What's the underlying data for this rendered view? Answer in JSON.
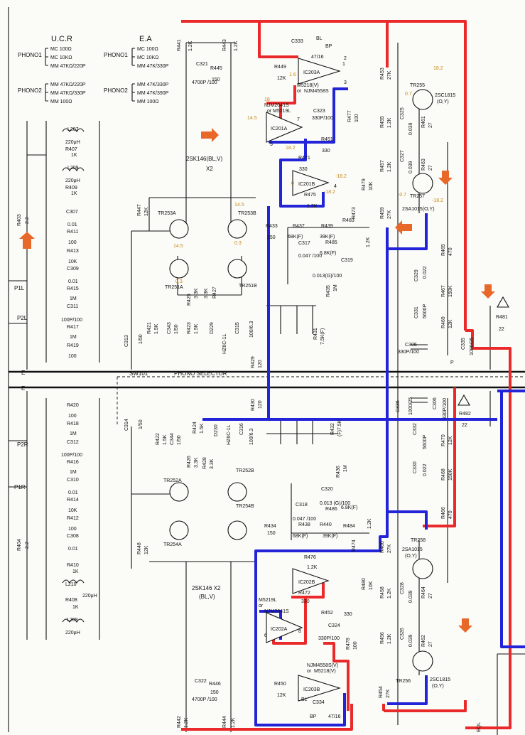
{
  "header": {
    "ucr": "U.C.R",
    "ea": "E.A",
    "phono1": "PHONO1",
    "phono2": "PHONO2",
    "ucr_p1": [
      "MC 100Ω",
      "MC 10KΩ",
      "MM 47KΩ/220P"
    ],
    "ucr_p2": [
      "MM 47KΩ/220P",
      "MM 47KΩ/330P",
      "MM 100Ω"
    ],
    "ea_p1": [
      "MC 100Ω",
      "MC 10KΩ",
      "MM 47K/330P"
    ],
    "ea_p2": [
      "MM 47K/330P",
      "MM 47K/390P",
      "MM 100Ω"
    ]
  },
  "labels": {
    "phono_selector": "PHONO SELECTOR",
    "sw": "SW101",
    "fet_top": "2SK146(BL,V)",
    "fet_top_x": "X2",
    "fet_bot": "2SK146 X2",
    "fet_bot_grade": "(BL,V)",
    "e1": "E",
    "e2": "E",
    "p1l": "P1L",
    "p2l": "P2L",
    "p2r": "P2R",
    "p1r": "P1R",
    "eq": "EQL"
  },
  "ics": {
    "ic203a": "IC203A",
    "ic201a": "IC201A",
    "ic201b": "IC201B",
    "ic202b": "IC202B",
    "ic202a": "IC202A",
    "ic203b": "IC203B",
    "m5218_top": "M5218(V)",
    "or_top": "or",
    "njm4558s_top": "NJM4558S",
    "njm2041s": "NJM2041S",
    "or_mid": "or",
    "m5219l": "M5219L",
    "m5219l_bot": "M5219L",
    "or_bot": "or",
    "njm2041s_bot": "NJM2041S",
    "njm4558s_bot": "NJM4558S(V)",
    "or_bot2": "or",
    "m5218_bot": "M5218(V)"
  },
  "transistors": {
    "tr253a": "TR253A",
    "tr253b": "TR253B",
    "tr251a": "TR251A",
    "tr251b": "TR251B",
    "tr252a": "TR252A",
    "tr252b": "TR252B",
    "tr254a": "TR254A",
    "tr254b": "TR254B",
    "tr255": "TR255",
    "tr257": "TR257",
    "tr258": "TR258",
    "tr256": "TR256",
    "q_2sc1815_top": "2SC1815",
    "q_2sc1815_top_g": "(O,Y)",
    "q_2sa1015_top": "2SA1015(O,Y)",
    "q_2sa1015_bot": "2SA1015",
    "q_2sa1015_bot_g": "(O,Y)",
    "q_2sc1815_bot": "2SC1815",
    "q_2sc1815_bot_g": "(O,Y)"
  },
  "parts": {
    "r441": "R441",
    "r441v": "1.2K",
    "r443": "R443",
    "r443v": "1.2K",
    "c333": "C333",
    "c333bp": "BP",
    "c333bl": "BL",
    "c333v": "47/16",
    "c321": "C321",
    "c321v": "4700P /100",
    "r445": "R445",
    "r445v": "150",
    "r449": "R449",
    "r449v": "12K",
    "r453": "R453",
    "r453v": "27K",
    "c323": "C323",
    "c323v": "330P/100",
    "r451": "R451",
    "r451v": "330",
    "r477": "R477",
    "r477v": "100",
    "r455": "R455",
    "r455v": "1.2K",
    "c325": "C325",
    "c325v": "0.039",
    "r461": "R461",
    "r461v": "27",
    "r471": "R471",
    "r471v": "330",
    "r457": "R457",
    "r457v": "1.2K",
    "c327": "C327",
    "c327v": "0.039",
    "r463": "R463",
    "r463v": "27",
    "r479": "R479",
    "r479v": "10K",
    "r475": "R475",
    "r475v": "1.2K",
    "r473": "R473",
    "r483": "R483",
    "r483v": "1.2K",
    "r459": "R459",
    "r459v": "27K",
    "r433": "R433",
    "r433v": "150",
    "r437": "R437",
    "r437v": "68K(F)",
    "r439": "R439",
    "r439v": "39K(F)",
    "c317": "C317",
    "c317v": "0.047 /100",
    "r485": "R485",
    "r485v": "6.8K(F)",
    "c319": "C319",
    "c319v": "0.013(G)/100",
    "r465": "R465",
    "r465v": "470",
    "c329": "C329",
    "c329v": "0.022",
    "r467": "R467",
    "r467v": "150K",
    "r435": "R435",
    "r435v": "1M",
    "c331": "C331",
    "c331v": "5600P",
    "r469": "R469",
    "r469v": "12K",
    "r481": "R481",
    "r481v": "22",
    "c305": "C305",
    "c305v": "330P/100",
    "c335": "C335",
    "c335v": "1000/25",
    "c335p": "P",
    "r447": "R447",
    "r447v": "12K",
    "r425": "R425",
    "r425v": "3.3K",
    "r427": "R427",
    "r427v": "3.3K",
    "r421": "R421",
    "r421v": "1.5K",
    "c343": "C343",
    "c343v": "1/50",
    "r423": "R423",
    "r423v": "1.5K",
    "d229": "D229",
    "c315": "C315",
    "c315v": "100/6.3",
    "hz": "HZ6C-1L",
    "r431": "R431",
    "r431v": "7.5K(F)",
    "c313": "C313",
    "c313v": "1/50",
    "r429": "R429",
    "r429v": "120",
    "l207": "L207",
    "l207v": "220μH",
    "r407": "R407",
    "r407v": "1K",
    "l209": "L209",
    "l209v": "220μH",
    "r409": "R409",
    "r409v": "1K",
    "r403": "R403",
    "r403v": "2.2",
    "c307": "C307",
    "c307v": "0.01",
    "r411": "R411",
    "r411v": "100",
    "r413": "R413",
    "r413v": "10K",
    "c309": "C309",
    "c309v": "0.01",
    "r415": "R415",
    "r415v": "1M",
    "c311": "C311",
    "c311v": "100P/100",
    "r417": "R417",
    "r417v": "1M",
    "r419": "R419",
    "r419v": "100",
    "r420": "R420",
    "r420v": "100",
    "r418": "R418",
    "r418v": "1M",
    "c312": "C312",
    "c312v": "100P/100",
    "r416": "R416",
    "r416v": "1M",
    "c310": "C310",
    "c310v": "0.01",
    "r414": "R414",
    "r414v": "10K",
    "r412": "R412",
    "r412v": "100",
    "c308": "C308",
    "c308v": "0.01",
    "r404": "R404",
    "r404v": "2.2",
    "r410": "R410",
    "r410v": "1K",
    "l210": "L210",
    "l210v": "220μH",
    "r408": "R408",
    "r408v": "1K",
    "l208": "L208",
    "l208v": "220μH",
    "c314": "C314",
    "c314v": "1/50",
    "r422": "R422",
    "r422v": "1.5K",
    "c344": "C344",
    "c344v": "1/50",
    "r424": "R424",
    "r424v": "1.5K",
    "d230": "D230",
    "c316": "C316",
    "c316v": "100/6.3",
    "hz_b": "HZ6C-1L",
    "r426": "R426",
    "r426v": "3.3K",
    "r428": "R428",
    "r428v": "3.3K",
    "r430": "R430",
    "r430v": "120",
    "r432": "R432",
    "r432v": "(F)7.5K",
    "c336": "C336",
    "c336v": "1000/25",
    "c306": "C306",
    "c306v": "330P/100",
    "r482": "R482",
    "r482v": "22",
    "c332": "C332",
    "c332v": "5600P",
    "r470": "R470",
    "r470v": "12K",
    "r436": "R436",
    "r436v": "1M",
    "c320": "C320",
    "c320v": "0.013 (G)/100",
    "c318": "C318",
    "c318v": "0.047 /100",
    "r486": "R486",
    "r486v": "6.8K(F)",
    "c330": "C330",
    "c330v": "0.022",
    "r468": "R468",
    "r468v": "150K",
    "r438": "R438",
    "r438v": "68K(F)",
    "r440": "R440",
    "r440v": "39K(F)",
    "r448": "R448",
    "r448v": "12K",
    "r434": "R434",
    "r434v": "150",
    "r484": "R484",
    "r484v": "1.2K",
    "r466": "R466",
    "r466v": "470",
    "r474": "R474",
    "r460": "R460",
    "r460v": "27K",
    "r476": "R476",
    "r476v": "1.2K",
    "r472": "R472",
    "r472v": "330",
    "r480": "R480",
    "r480v": "10K",
    "r458": "R458",
    "r458v": "1.2K",
    "c328": "C328",
    "c328v": "0.039",
    "r464": "R464",
    "r464v": "27",
    "r452": "R452",
    "r452v": "330",
    "c324": "C324",
    "c324v": "330P/100",
    "r478": "R478",
    "r478v": "100",
    "r456": "R456",
    "r456v": "1.2K",
    "c326": "C326",
    "c326v": "0.039",
    "r462": "R462",
    "r462v": "27",
    "c322": "C322",
    "c322v": "4700P /100",
    "r446": "R446",
    "r446v": "150",
    "r450": "R450",
    "r450v": "12K",
    "c334": "C334",
    "c334bl": "BL",
    "c334bp": "BP",
    "c334v": "47/16",
    "r454": "R454",
    "r454v": "27K",
    "r442": "R442",
    "r442v": "1.2K",
    "r444": "R444",
    "r444v": "1.2K"
  },
  "voltages": {
    "v18": "18",
    "v18b": "18.2",
    "v145": "14.5",
    "v145b": "14.5",
    "v145c": "14.5",
    "v03a": "0.3",
    "v03b": "0.3",
    "v07": "0.7",
    "v182": "18.2",
    "vm182": "-18.2",
    "vm07": "-0.7",
    "vm182b": "-18.2",
    "vm182c": "-18.2",
    "v0": "0",
    "v16": "1.6"
  },
  "pins": {
    "p1": "1",
    "p2": "2",
    "p3": "3",
    "p4": "4",
    "p5": "5",
    "p6": "6",
    "p7": "7",
    "p8": "8"
  },
  "colors": {
    "red_trace": "#ea2a2a",
    "blue_trace": "#2323d8",
    "arrow": "#e8682a",
    "warning": "#111111"
  }
}
